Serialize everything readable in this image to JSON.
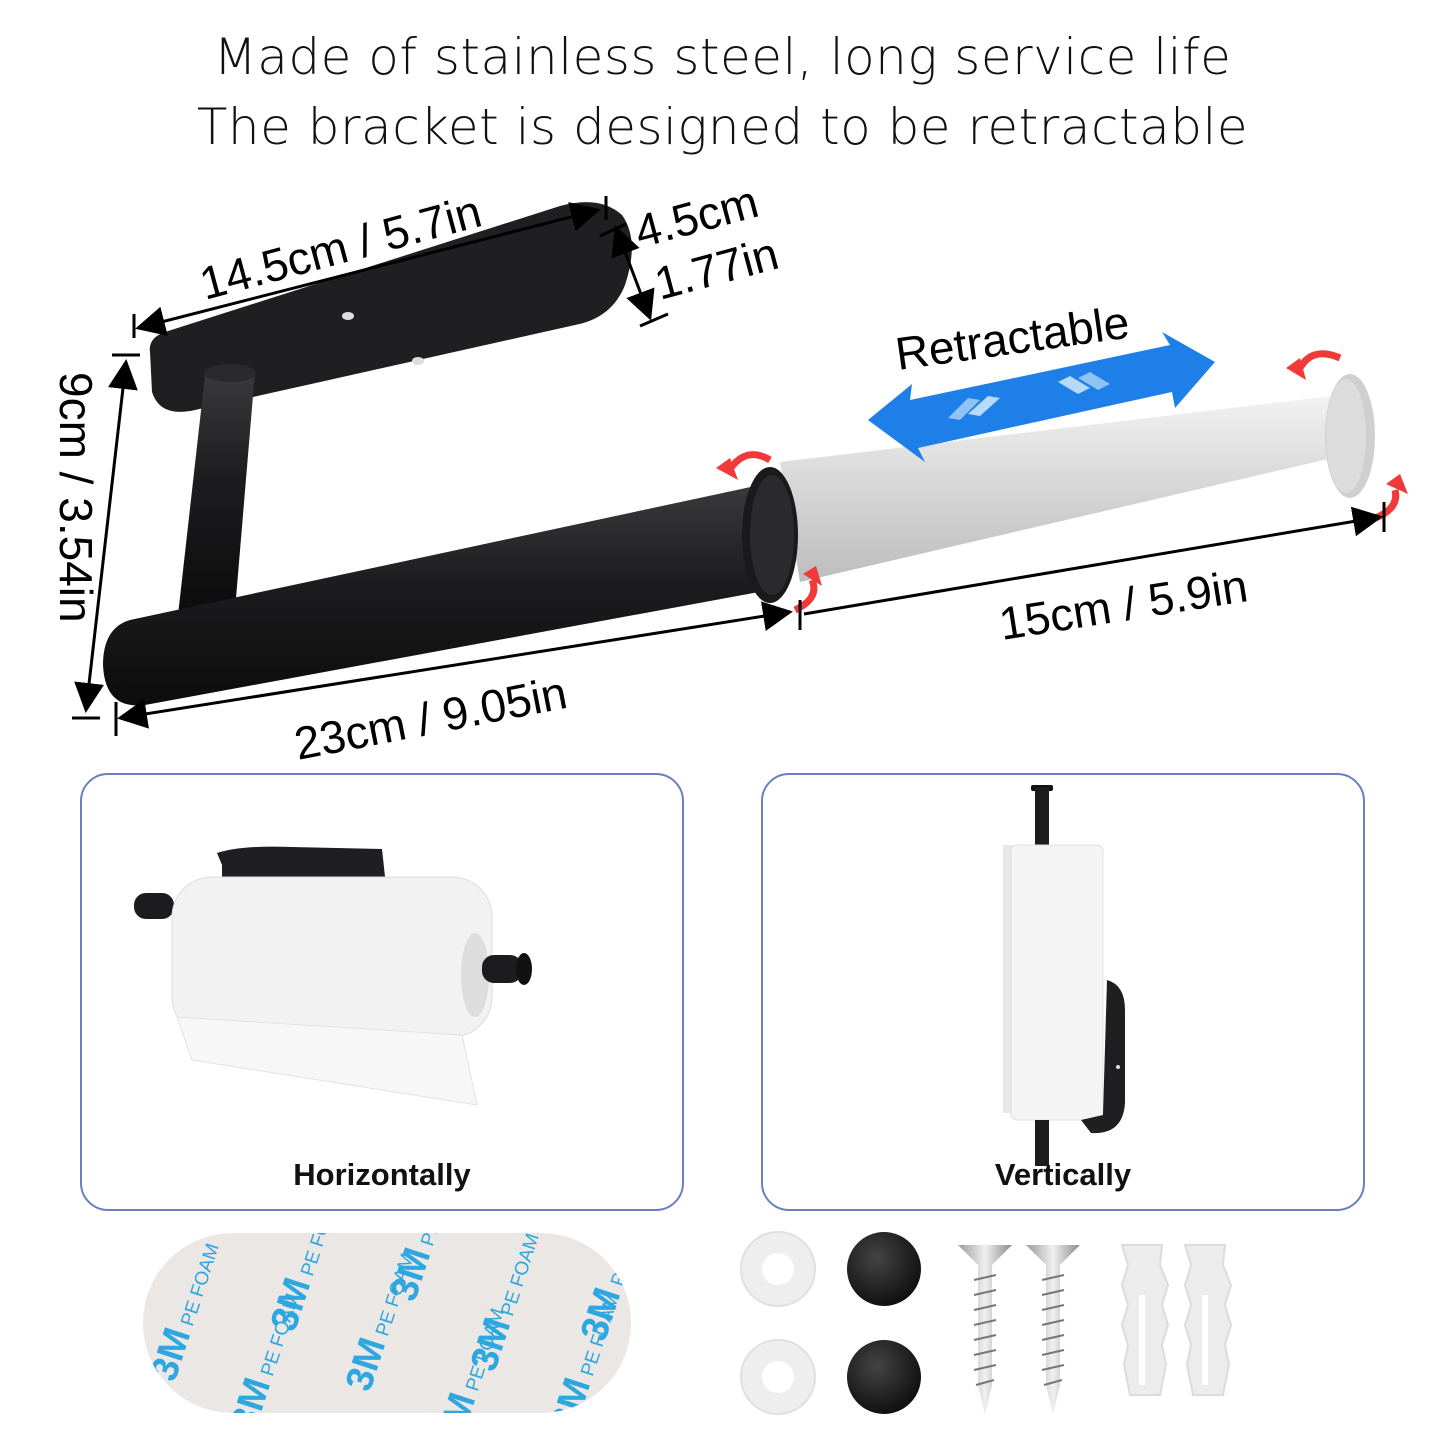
{
  "headline": {
    "line1": "Made of stainless steel, long service life",
    "line2": "The bracket is designed to be retractable"
  },
  "dimensions": {
    "plate_length": "14.5cm / 5.7in",
    "plate_width_cm": "4.5cm",
    "plate_width_in": "1.77in",
    "height": "9cm / 3.54in",
    "rod_length": "23cm / 9.05in",
    "extension_length": "15cm / 5.9in"
  },
  "retractable_label": "Retractable",
  "colors": {
    "arrow_blue": "#1e7fe8",
    "rotate_red": "#f03a3a",
    "card_border": "#6a7fc0",
    "tape_blue": "#2ea6e0",
    "bracket_black": "#1c1c1e"
  },
  "usage_cards": [
    {
      "label": "Horizontally"
    },
    {
      "label": "Vertically"
    }
  ],
  "adhesive_pad": {
    "brand": "3M",
    "text": "PE FOAM"
  },
  "hardware_items": [
    {
      "name": "clear-washer",
      "count": 2
    },
    {
      "name": "black-screw-cap",
      "count": 2
    },
    {
      "name": "screw",
      "count": 2
    },
    {
      "name": "wall-anchor",
      "count": 2
    }
  ]
}
